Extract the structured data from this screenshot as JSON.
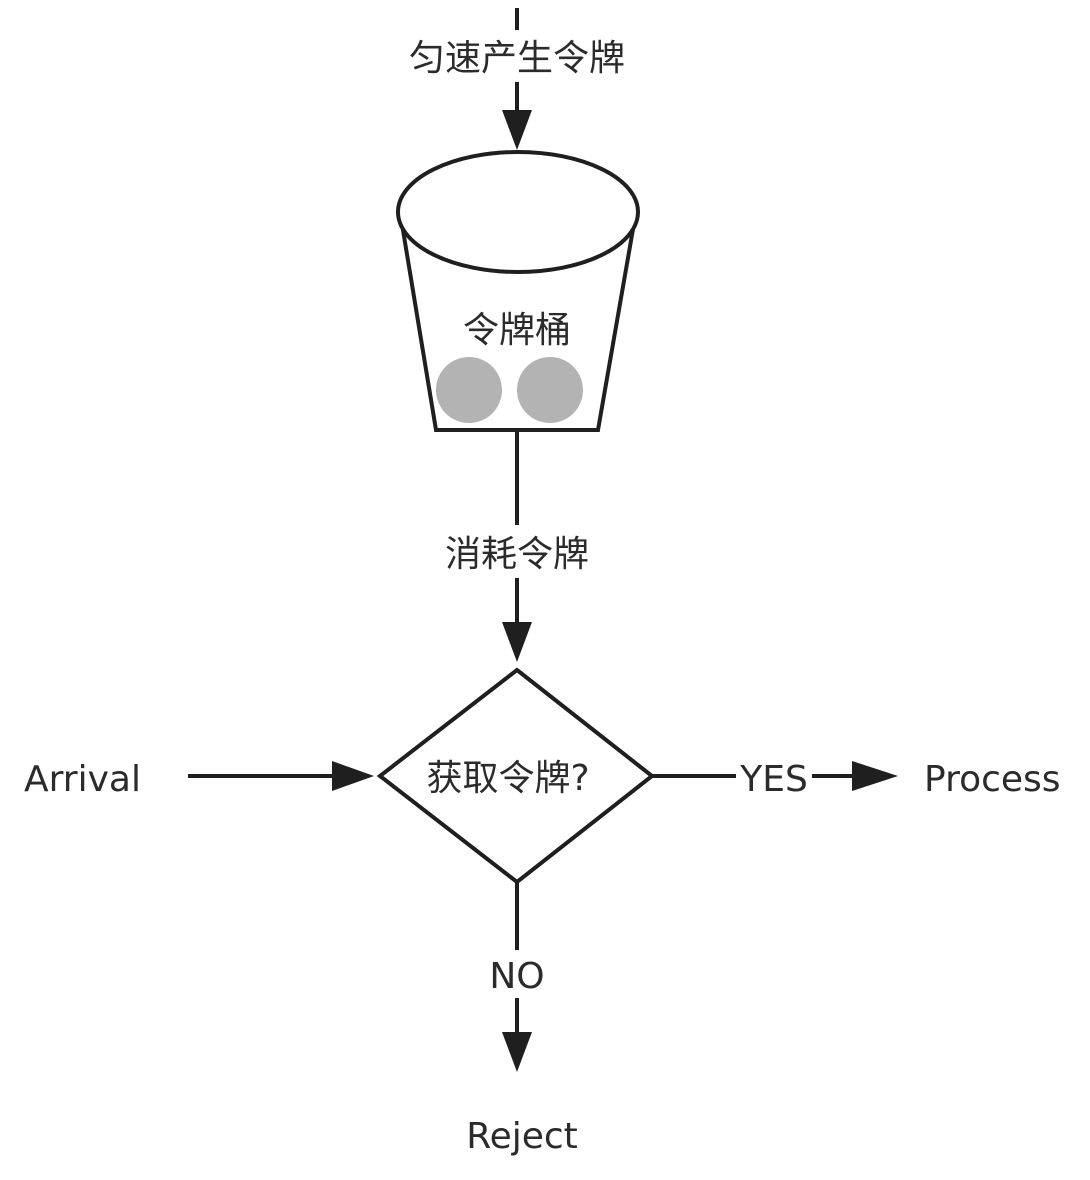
{
  "labels": {
    "generate_tokens": "匀速产生令牌",
    "bucket": "令牌桶",
    "consume_tokens": "消耗令牌",
    "decision": "获取令牌?",
    "arrival": "Arrival",
    "yes": "YES",
    "process": "Process",
    "no": "NO",
    "reject": "Reject"
  },
  "colors": {
    "stroke": "#1f1f1f",
    "text": "#2b2b2b",
    "token": "#b3b3b3",
    "background": "#ffffff"
  },
  "bucket": {
    "token_count": 2
  }
}
